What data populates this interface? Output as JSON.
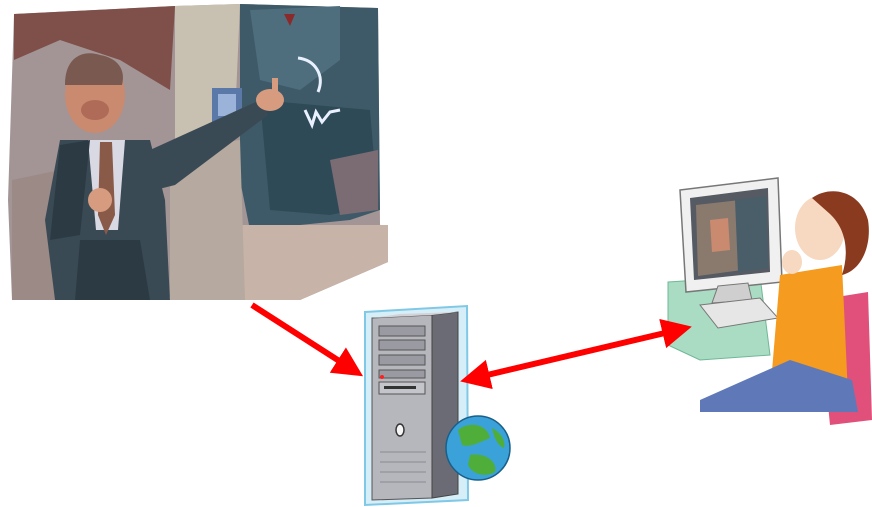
{
  "diagram": {
    "nodes": [
      {
        "id": "lecturer",
        "icon": "lecturer-clipart-icon"
      },
      {
        "id": "server",
        "icon": "server-with-globe-icon"
      },
      {
        "id": "student",
        "icon": "student-at-computer-icon"
      }
    ],
    "edges": [
      {
        "from": "lecturer",
        "to": "server",
        "direction": "one-way",
        "color": "#ff0000"
      },
      {
        "from": "server",
        "to": "student",
        "direction": "two-way",
        "color": "#ff0000"
      }
    ]
  },
  "colors": {
    "arrow": "#ff0000",
    "background": "#ffffff"
  }
}
